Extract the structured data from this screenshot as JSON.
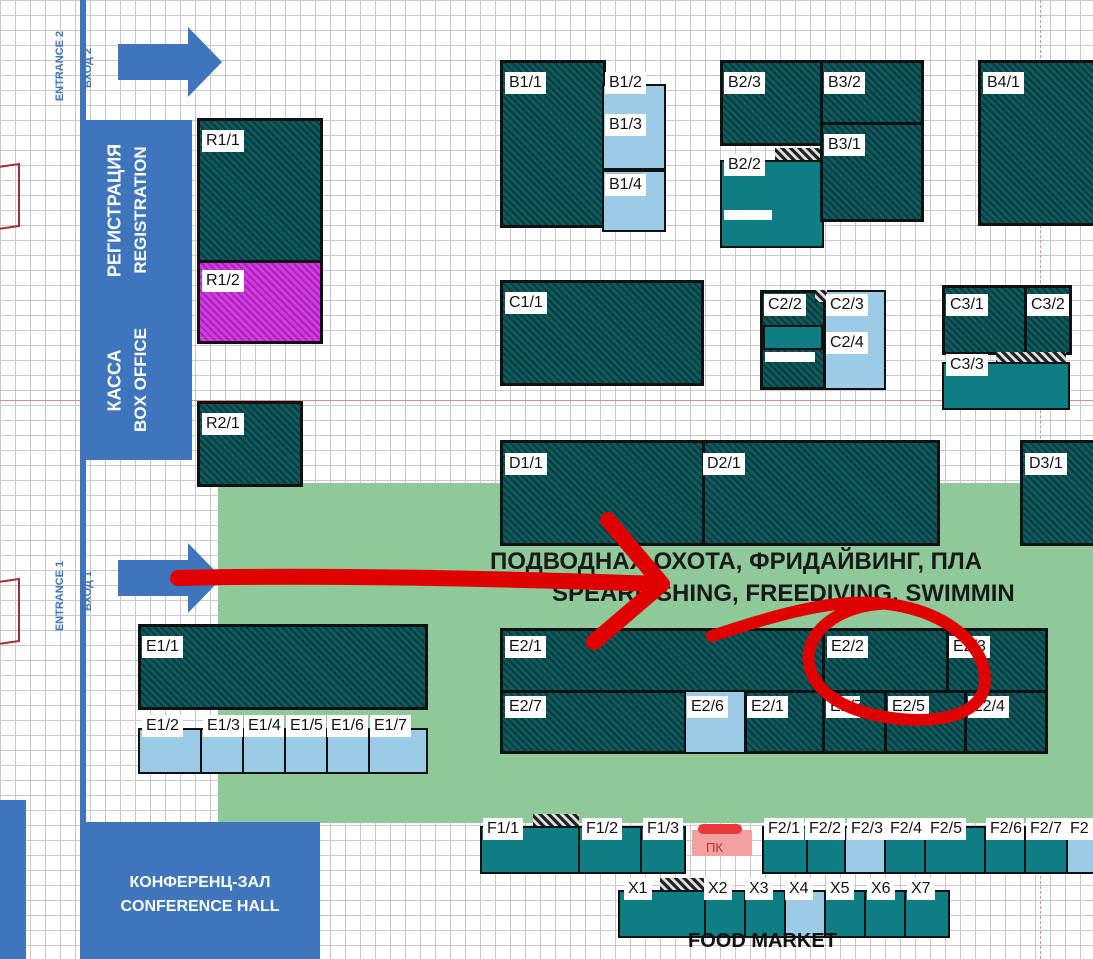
{
  "labels": {
    "entrance2_en": "ENTRANCE 2",
    "entrance2_ru": "ВХОД 2",
    "entrance1_en": "ENTRANCE 1",
    "entrance1_ru": "ВХОД 1",
    "registration_ru": "РЕГИСТРАЦИЯ",
    "registration_en": "REGISTRATION",
    "boxoffice_ru": "КАССА",
    "boxoffice_en": "BOX OFFICE",
    "conference_ru": "КОНФЕРЕНЦ-ЗАЛ",
    "conference_en": "CONFERENCE HALL",
    "zone_ru": "ПОДВОДНАЯ ОХОТА, ФРИДАЙВИНГ, ПЛА",
    "zone_en": "SPEARFISHING, FREEDIVING, SWIMMIN",
    "pk": "ПК",
    "food_market": "FOOD MARKET"
  },
  "stands": {
    "B1_1": "B1/1",
    "B1_2": "B1/2",
    "B1_3": "B1/3",
    "B1_4": "B1/4",
    "B2_3": "B2/3",
    "B2_2": "B2/2",
    "B3_2": "B3/2",
    "B3_1": "B3/1",
    "B4_1": "B4/1",
    "R1_1": "R1/1",
    "R1_2": "R1/2",
    "R2_1": "R2/1",
    "C1_1": "C1/1",
    "C2_2": "C2/2",
    "C2_3": "C2/3",
    "C2_4": "C2/4",
    "C3_1": "C3/1",
    "C3_2": "C3/2",
    "C3_3": "C3/3",
    "D1_1": "D1/1",
    "D2_1": "D2/1",
    "D3_1": "D3/1",
    "E1_1": "E1/1",
    "E1_2": "E1/2",
    "E1_3": "E1/3",
    "E1_4": "E1/4",
    "E1_5": "E1/5",
    "E1_6": "E1/6",
    "E1_7": "E1/7",
    "E2_1a": "E2/1",
    "E2_2": "E2/2",
    "E2_3": "E2/3",
    "E2_7": "E2/7",
    "E2_6": "E2/6",
    "E2_1b": "E2/1",
    "E2_x": "E2/7",
    "E2_5": "E2/5",
    "E2_4": "E2/4",
    "F1_1": "F1/1",
    "F1_2": "F1/2",
    "F1_3": "F1/3",
    "F2_1": "F2/1",
    "F2_2": "F2/2",
    "F2_3": "F2/3",
    "F2_4": "F2/4",
    "F2_5": "F2/5",
    "F2_6": "F2/6",
    "F2_7": "F2/7",
    "F2_8": "F2",
    "X1": "X1",
    "X2": "X2",
    "X3": "X3",
    "X4": "X4",
    "X5": "X5",
    "X6": "X6",
    "X7": "X7"
  },
  "colors": {
    "stand": "#0e5a5e",
    "highlight_stand": "#d33ce0",
    "zone": "#8fc99a",
    "service_blue": "#3e75bd",
    "annotation": "#e00000"
  }
}
